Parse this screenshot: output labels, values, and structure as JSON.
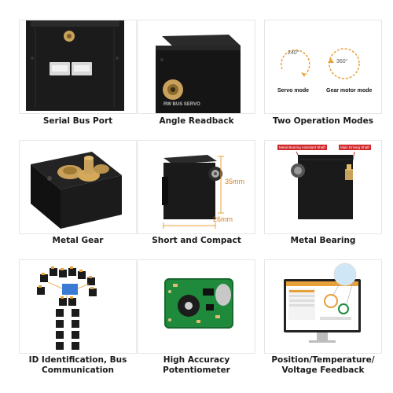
{
  "tiles": [
    {
      "caption": "Serial Bus Port"
    },
    {
      "caption": "Angle Readback",
      "servo_marking": "RW BUS SERVO"
    },
    {
      "caption": "Two Operation Modes",
      "servo_mode_angle": "240°",
      "servo_mode_label": "Servo mode",
      "motor_mode_angle": "360°",
      "motor_mode_label": "Gear motor mode"
    },
    {
      "caption": "Metal Gear"
    },
    {
      "caption": "Short and Compact",
      "height_dim": "35mm",
      "width_dim": "26mm"
    },
    {
      "caption": "Metal Bearing",
      "left_tag": "Metal Bearing Assistant Shaft",
      "right_tag": "Main Driving Shaft"
    },
    {
      "caption_line1": "ID Identification, Bus",
      "caption_line2": "Communication"
    },
    {
      "caption_line1": "High Accuracy",
      "caption_line2": "Potentiometer"
    },
    {
      "caption_line1": "Position/Temperature/",
      "caption_line2": "Voltage Feedback"
    }
  ],
  "colors": {
    "accent_orange": "#e8a03a",
    "brass": "#c9a15a",
    "pcb_green": "#1f8a3c",
    "tag_red": "#d0282a"
  }
}
